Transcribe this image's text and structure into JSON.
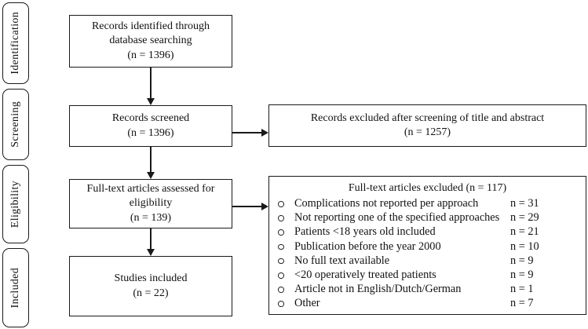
{
  "stages": [
    {
      "label": "Identification"
    },
    {
      "label": "Screening"
    },
    {
      "label": "Eligibility"
    },
    {
      "label": "Included"
    }
  ],
  "boxes": {
    "identified": "Records identified through\ndatabase searching\n(n = 1396)",
    "screened": "Records screened\n(n = 1396)",
    "fulltext_assessed": "Full-text articles assessed for\neligibility\n(n = 139)",
    "studies_included": "Studies included\n(n = 22)",
    "excluded_screening": "Records excluded after screening of title and abstract\n(n = 1257)"
  },
  "excluded_fulltext": {
    "title": "Full-text articles excluded (n = 117)",
    "reasons": [
      {
        "label": "Complications not reported per approach",
        "count": "n = 31"
      },
      {
        "label": "Not reporting one of the specified approaches",
        "count": "n = 29"
      },
      {
        "label": "Patients <18 years old included",
        "count": "n = 21"
      },
      {
        "label": "Publication before the year 2000",
        "count": "n = 10"
      },
      {
        "label": "No full text available",
        "count": "n = 9"
      },
      {
        "label": "<20 operatively treated patients",
        "count": "n = 9"
      },
      {
        "label": "Article not in English/Dutch/German",
        "count": "n = 1"
      },
      {
        "label": "Other",
        "count": "n = 7"
      }
    ]
  },
  "colors": {
    "line": "#1a1a1a",
    "background": "#ffffff",
    "text": "#111111"
  }
}
